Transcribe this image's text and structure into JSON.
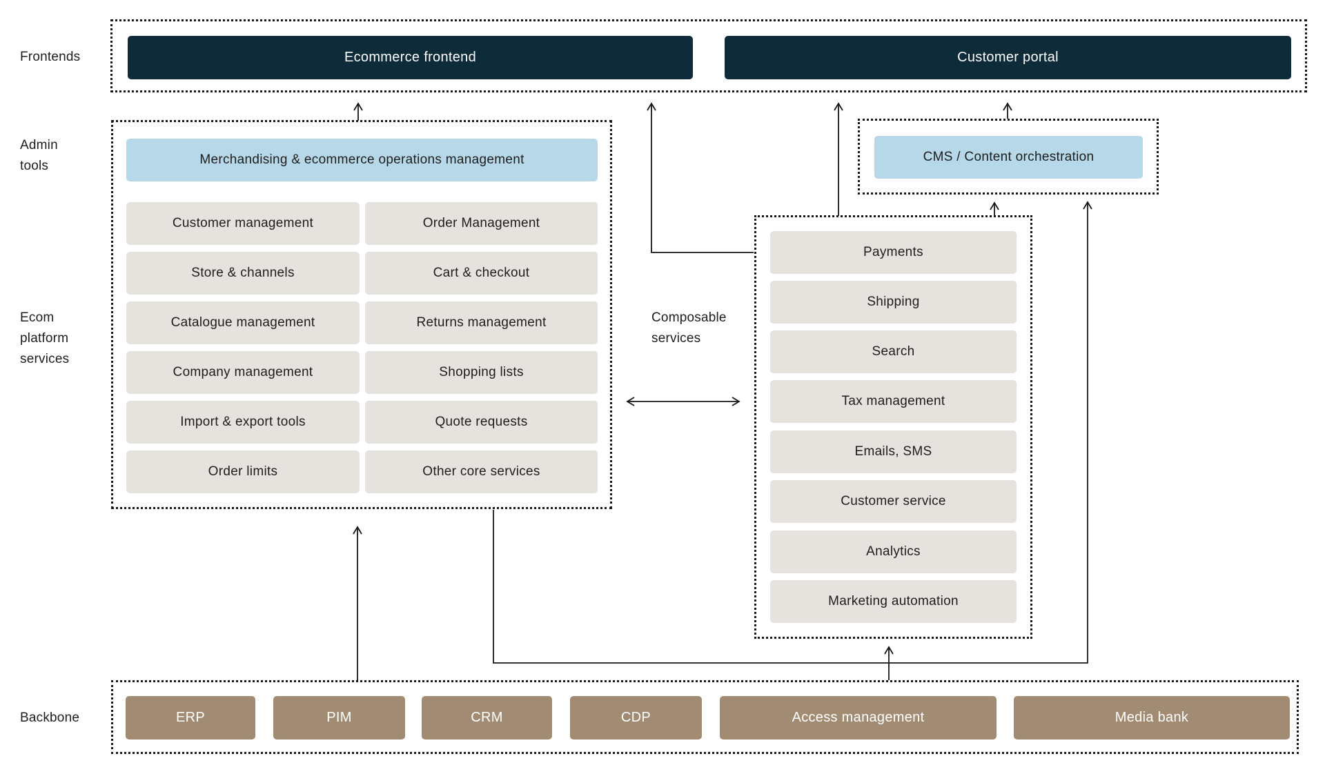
{
  "diagram": {
    "frontends": {
      "label": "Frontends",
      "ecommerce_frontend": "Ecommerce frontend",
      "customer_portal": "Customer portal"
    },
    "admin_tools": {
      "label_lines": [
        "Admin",
        "tools"
      ],
      "merchandising": "Merchandising & ecommerce operations management"
    },
    "ecom_platform": {
      "label_lines": [
        "Ecom",
        "platform",
        "services"
      ],
      "services": [
        "Customer management",
        "Order Management",
        "Store & channels",
        "Cart & checkout",
        "Catalogue management",
        "Returns management",
        "Company management",
        "Shopping lists",
        "Import & export tools",
        "Quote requests",
        "Order limits",
        "Other core services"
      ]
    },
    "cms": {
      "box": "CMS / Content orchestration"
    },
    "composable": {
      "label_lines": [
        "Composable",
        "services"
      ],
      "services": [
        "Payments",
        "Shipping",
        "Search",
        "Tax management",
        "Emails, SMS",
        "Customer service",
        "Analytics",
        "Marketing automation"
      ]
    },
    "backbone": {
      "label": "Backbone",
      "systems": [
        "ERP",
        "PIM",
        "CRM",
        "CDP",
        "Access management",
        "Media bank"
      ]
    }
  },
  "colors": {
    "navy": "#0e2b3a",
    "light_blue": "#b7d8e9",
    "warm_gray": "#e6e3de",
    "tan": "#a18c73",
    "ink": "#1d1d1d",
    "white": "#ffffff"
  }
}
